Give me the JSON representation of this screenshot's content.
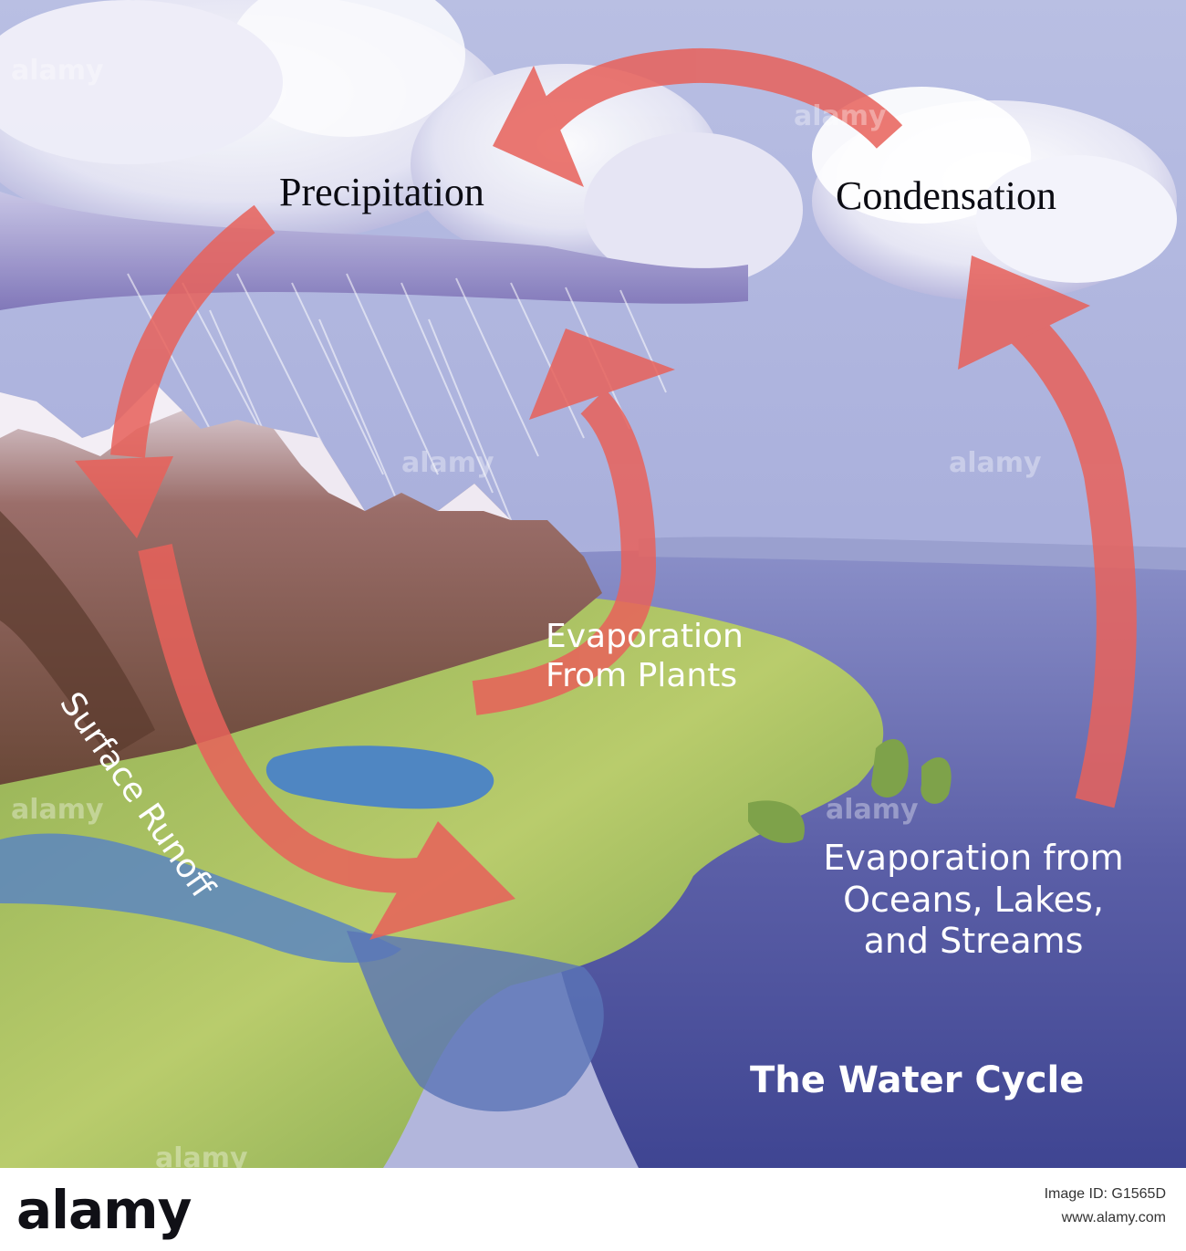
{
  "diagram": {
    "title": "The Water Cycle",
    "labels": {
      "precipitation": "Precipitation",
      "condensation": "Condensation",
      "evaporation_plants": "Evaporation\nFrom Plants",
      "evaporation_oceans": "Evaporation from\nOceans, Lakes,\nand Streams",
      "surface_runoff": "Surface Runoff"
    },
    "arrows": [
      {
        "name": "condensation-to-precipitation",
        "from": "Condensation",
        "to": "Precipitation"
      },
      {
        "name": "precipitation-to-mountains",
        "from": "Precipitation",
        "to": "mountains"
      },
      {
        "name": "surface-runoff-to-lowland",
        "from": "mountains",
        "to": "lowland"
      },
      {
        "name": "plants-to-clouds",
        "from": "Evaporation From Plants",
        "to": "clouds"
      },
      {
        "name": "oceans-to-condensation",
        "from": "Evaporation from Oceans, Lakes, and Streams",
        "to": "Condensation"
      }
    ],
    "arrow_color": "#e8615a"
  },
  "watermarks": [
    "alamy",
    "alamy",
    "alamy",
    "alamy",
    "alamy",
    "alamy",
    "alamy"
  ],
  "footer": {
    "brand": "alamy",
    "image_code": "Image ID: G1565D",
    "url": "www.alamy.com"
  }
}
